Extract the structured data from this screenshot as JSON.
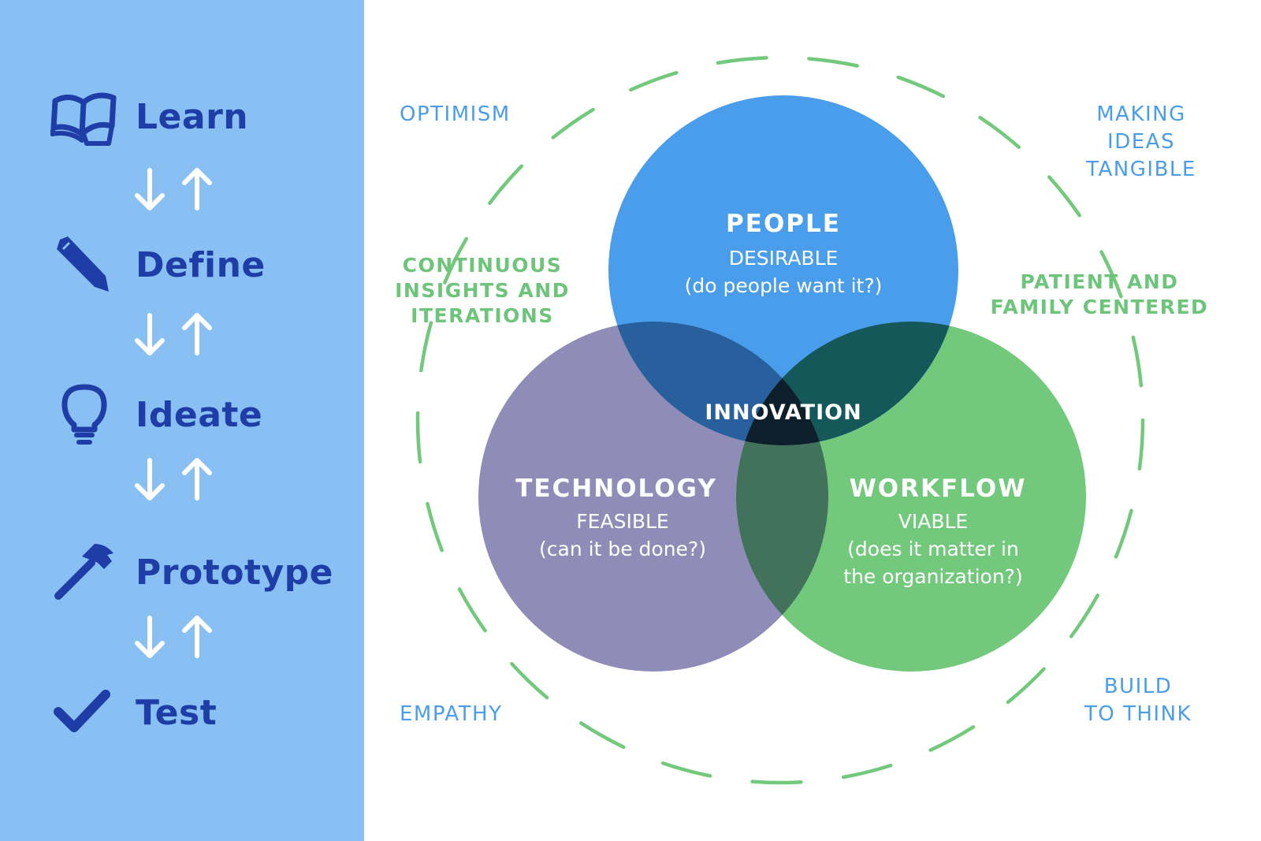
{
  "sidebar": {
    "background": "#89c0f4",
    "label_color": "#1f3da6",
    "steps": [
      {
        "label": "Learn",
        "icon": "open-book-icon"
      },
      {
        "label": "Define",
        "icon": "pencil-icon"
      },
      {
        "label": "Ideate",
        "icon": "lightbulb-icon"
      },
      {
        "label": "Prototype",
        "icon": "hammer-icon"
      },
      {
        "label": "Test",
        "icon": "checkmark-icon"
      }
    ],
    "arrow_icon": "down-up-arrows-icon"
  },
  "venn": {
    "people": {
      "title": "PEOPLE",
      "subtitle": "DESIRABLE",
      "question": "(do people want it?)",
      "color": "#4a9dea"
    },
    "technology": {
      "title": "TECHNOLOGY",
      "subtitle": "FEASIBLE",
      "question": "(can it be done?)",
      "color": "#8f8db8"
    },
    "workflow": {
      "title": "WORKFLOW",
      "subtitle": "VIABLE",
      "question_line1": "(does it matter in",
      "question_line2": "the organization?)",
      "color": "#72c97c"
    },
    "center": "INNOVATION"
  },
  "principles": {
    "optimism": "OPTIMISM",
    "making_ideas": [
      "MAKING",
      "IDEAS",
      "TANGIBLE"
    ],
    "continuous": [
      "CONTINUOUS",
      "INSIGHTS AND",
      "ITERATIONS"
    ],
    "patient": [
      "PATIENT AND",
      "FAMILY CENTERED"
    ],
    "empathy": "EMPATHY",
    "build": [
      "BUILD",
      "TO THINK"
    ],
    "blue_color": "#4a9dea",
    "green_color": "#6cc57a"
  }
}
